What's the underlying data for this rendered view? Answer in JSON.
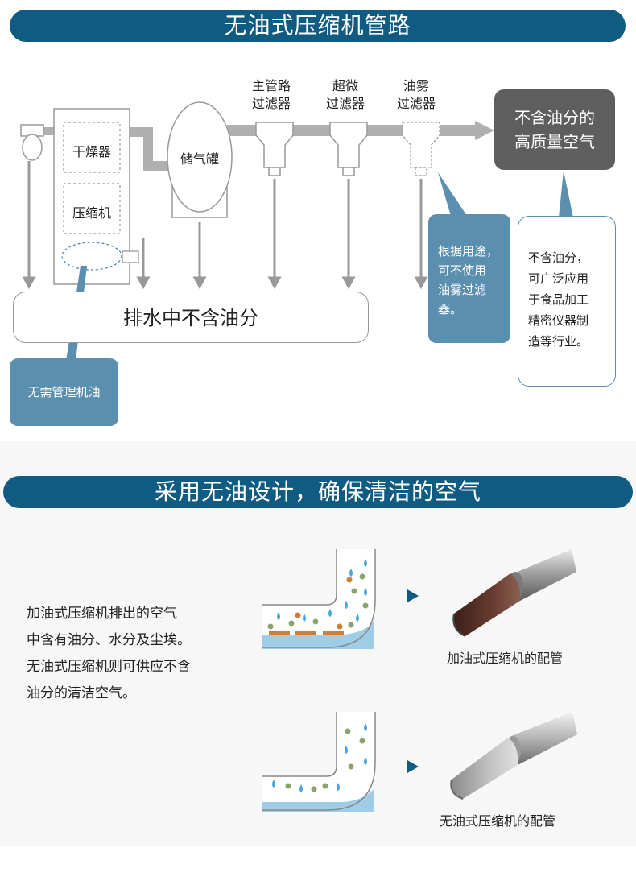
{
  "section1": {
    "title": "无油式压缩机管路",
    "components": {
      "dryer": "干燥器",
      "compressor": "压缩机",
      "tank": "储气罐"
    },
    "filters": [
      {
        "line1": "主管路",
        "line2": "过滤器"
      },
      {
        "line1": "超微",
        "line2": "过滤器"
      },
      {
        "line1": "油雾",
        "line2": "过滤器"
      }
    ],
    "output_box": {
      "line1": "不含油分的",
      "line2": "高质量空气"
    },
    "drain_label": "排水中不含油分",
    "callout_no_oil": "无需管理机油",
    "callout_optional": [
      "根据用途，",
      "可不使用",
      "油雾过滤",
      "器。"
    ],
    "callout_application": [
      "不含油分，",
      "可广泛应用",
      "于食品加工",
      "精密仪器制",
      "造等行业。"
    ]
  },
  "section2": {
    "title": "采用无油设计，确保清洁的空气",
    "description": [
      "加油式压缩机排出的空气",
      "中含有油分、水分及尘埃。",
      "无油式压缩机则可供应不含",
      "油分的清洁空气。"
    ],
    "caption_oiled": "加油式压缩机的配管",
    "caption_oilfree": "无油式压缩机的配管"
  },
  "colors": {
    "banner": "#0f5b82",
    "callout_blue": "#5b8fb0",
    "output_gray": "#5e5e5e",
    "pipe_gray": "#b0b0b0",
    "water_blue": "#4aa6dc",
    "oil_dot": "#c9803a",
    "dust_dot": "#8aa36a",
    "arrow": "#0f5b82"
  },
  "icons": [
    "intake-icon",
    "arrow-right-icon",
    "droplet-icon",
    "pipe-photo-icon"
  ]
}
